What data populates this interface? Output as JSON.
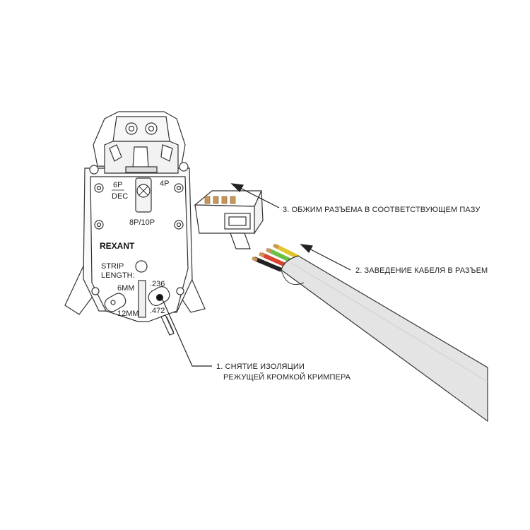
{
  "tool": {
    "brand": "REXANT",
    "slot_top_left": [
      "6P",
      "DEC"
    ],
    "slot_top_right": "4P",
    "slot_bottom": "8P/10P",
    "strip_label": [
      "STRIP",
      "LENGTH:"
    ],
    "strip_mm": [
      "6MM",
      "12MM"
    ],
    "strip_in": [
      ".236",
      ".472"
    ]
  },
  "steps": {
    "step1": [
      "1. СНЯТИЕ ИЗОЛЯЦИИ",
      "РЕЖУЩЕЙ КРОМКОЙ КРИМПЕРА"
    ],
    "step2": "2. ЗАВЕДЕНИЕ КАБЕЛЯ В РАЗЪЕМ",
    "step3": "3. ОБЖИМ РАЗЪЕМА В СООТВЕТСТВУЮЩЕМ ПАЗУ"
  },
  "colors": {
    "line": "#333333",
    "cable": "#e4e4e4",
    "wire_yellow": "#e2c52a",
    "wire_green": "#6cbf44",
    "wire_red": "#d9442e",
    "wire_black": "#222222",
    "copper": "#c8955a"
  }
}
